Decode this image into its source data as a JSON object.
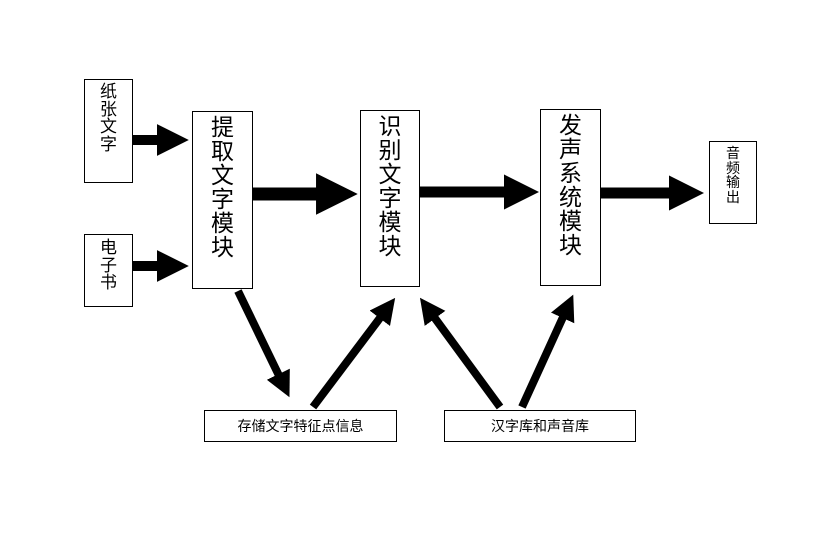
{
  "nodes": {
    "paper_text": "纸张文字",
    "ebook": "电子书",
    "extract_module": "提取文字模块",
    "recognize_module": "识别文字模块",
    "speech_module": "发声系统模块",
    "audio_output": "音频输出",
    "feature_storage": "存储文字特征点信息",
    "char_sound_library": "汉字库和声音库"
  },
  "colors": {
    "stroke": "#000000",
    "fill": "#ffffff"
  }
}
